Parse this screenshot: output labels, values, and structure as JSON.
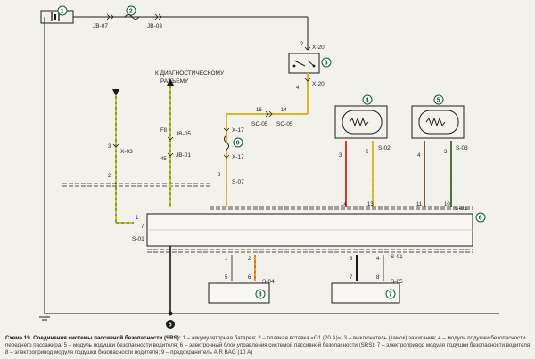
{
  "diagram": {
    "colors": {
      "line": "#1a1a1a",
      "green": "#1f8a3c",
      "yellow": "#d8c020",
      "orange": "#e0a030",
      "red": "#d63a2a",
      "grey": "#9a9a9a",
      "brown": "#7a5a3a",
      "circle": "#0a5a2f"
    },
    "components": {
      "c1": "1",
      "c2": "2",
      "c3": "3",
      "c4": "4",
      "c5": "5",
      "c6": "6",
      "c7": "7",
      "c8": "8",
      "c9": "9",
      "ground": "5"
    },
    "connectors": {
      "jb07": "JB-07",
      "jb03": "JB-03",
      "x20a": "X-20",
      "x20b": "X-20",
      "diag_l1": "К ДИАГНОСТИЧЕСКОМУ",
      "diag_l2": "РАЗЪЕМУ",
      "x17a": "X-17",
      "x17b": "X-17",
      "sc05a": "SC-05",
      "sc05b": "SC-05",
      "x03": "X-03",
      "jb05": "JB-05",
      "jb01": "JB-01",
      "s07": "S-07",
      "s02": "S-02",
      "s03": "S-03",
      "s01a": "S-01",
      "s01b": "S-01",
      "s01c": "S-01",
      "s04": "S-04",
      "s05": "S-05"
    },
    "pins": {
      "p2": "2",
      "p4": "4",
      "p16": "16",
      "p14a": "14",
      "p3": "3",
      "p2b": "2",
      "p1": "1",
      "p7": "7",
      "pf8": "F8",
      "p45": "45",
      "p2c": "2",
      "p9": "9",
      "p3b": "3",
      "p2d": "2",
      "p14b": "14",
      "p13": "13",
      "p4b": "4",
      "p3c": "3",
      "p11": "11",
      "p10": "10",
      "p1b": "1",
      "p2e": "2",
      "p3d": "3",
      "p4c": "4",
      "p5": "5",
      "p6": "6",
      "p7b": "7",
      "p8": "8"
    }
  },
  "caption": {
    "title": "Схема 19. Соединения системы пассивной безопасности (SRS):",
    "text": "1 – аккумуляторная батарея; 2 – плавкая вставка «G1 (20 А)»; 3 – выключатель (замок) зажигания; 4 – модуль подушки безопасности переднего пассажира; 5 – модуль подушки безопасности водителя; 6 – электронный блок управления системой пассивной безопасности (SRS); 7 – электропривод модуля подушки безопасности водителя; 8 – электропривод модуля подушки безопасности водителя; 9 – предохранитель AIR BAG (10 А)"
  }
}
